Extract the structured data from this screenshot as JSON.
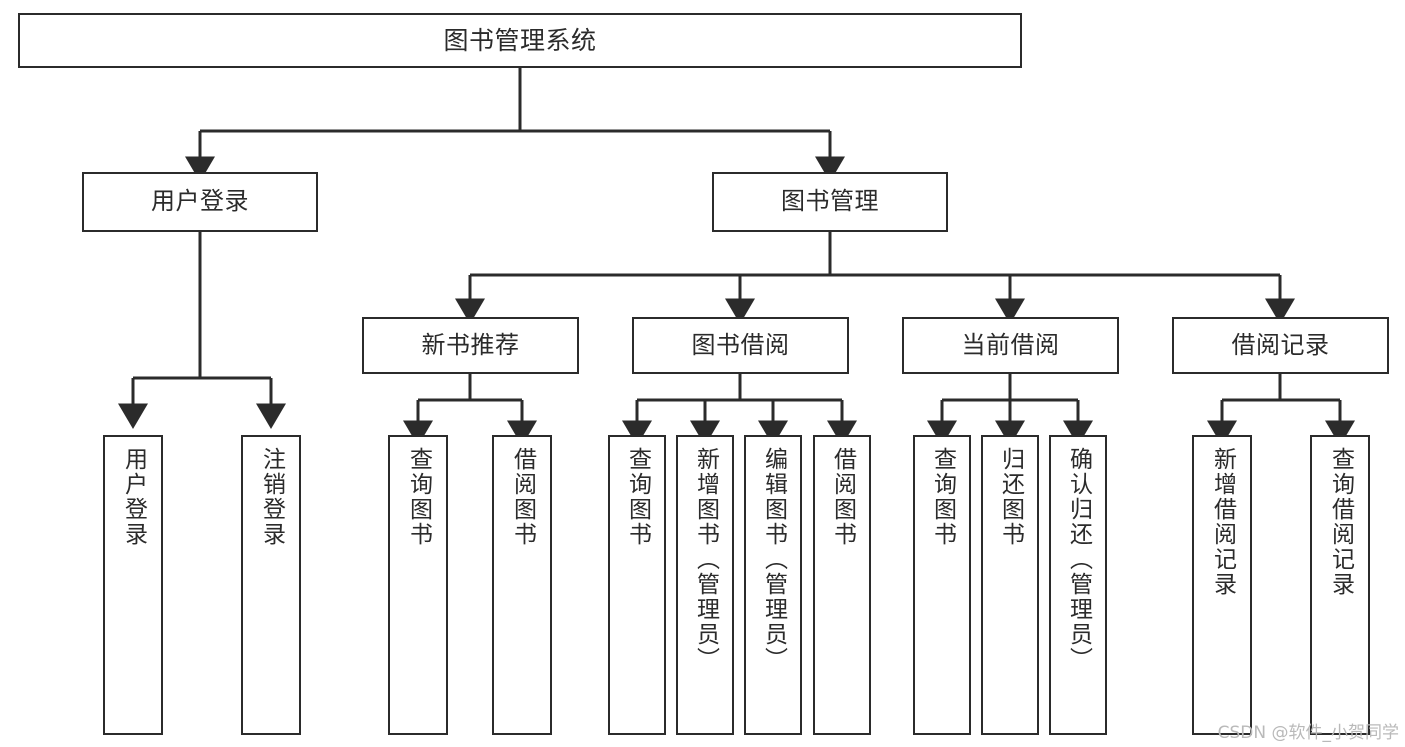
{
  "diagram": {
    "type": "tree",
    "title": "图书管理系统",
    "watermark": "CSDN @软件_小贺同学",
    "colors": {
      "stroke": "#2b2b2b",
      "fill": "#ffffff",
      "text": "#2b2b2b",
      "watermark": "#b9b9b9"
    },
    "nodes": {
      "root": {
        "label": "图书管理系统"
      },
      "level2": [
        {
          "label": "用户登录"
        },
        {
          "label": "图书管理"
        }
      ],
      "level3": [
        {
          "label": "新书推荐"
        },
        {
          "label": "图书借阅"
        },
        {
          "label": "当前借阅"
        },
        {
          "label": "借阅记录"
        }
      ],
      "leaves": {
        "user_login": [
          {
            "label": "用户登录"
          },
          {
            "label": "注销登录"
          }
        ],
        "new_book_recommend": [
          {
            "label": "查询图书"
          },
          {
            "label": "借阅图书"
          }
        ],
        "book_borrow": [
          {
            "label": "查询图书"
          },
          {
            "label": "新增图书（管理员）"
          },
          {
            "label": "编辑图书（管理员）"
          },
          {
            "label": "借阅图书"
          }
        ],
        "current_borrow": [
          {
            "label": "查询图书"
          },
          {
            "label": "归还图书"
          },
          {
            "label": "确认归还（管理员）"
          }
        ],
        "borrow_records": [
          {
            "label": "新增借阅记录"
          },
          {
            "label": "查询借阅记录"
          }
        ]
      }
    }
  }
}
